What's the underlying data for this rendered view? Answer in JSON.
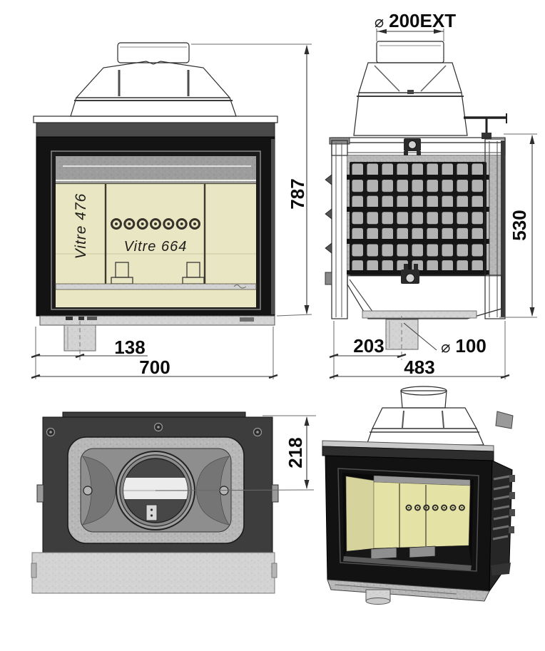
{
  "page": {
    "type": "technical-drawing",
    "subject": "fireplace insert four-view dimensional drawing",
    "background": "#ffffff"
  },
  "front_view": {
    "glass_label_vertical": "Vitre 476",
    "glass_label_horizontal": "Vitre 664",
    "dims": {
      "total_height": "787",
      "pipe_offset": "138",
      "width": "700"
    }
  },
  "side_view": {
    "dims": {
      "flue_symbol": "⌀",
      "flue_diameter": "200EXT",
      "body_height": "530",
      "pipe_offset": "203",
      "pipe_symbol": "⌀",
      "pipe_diameter": "100",
      "depth": "483"
    }
  },
  "top_view": {
    "dims": {
      "flue_axis_depth": "218"
    }
  },
  "colors": {
    "cast_iron_gray": "#b7b7b7",
    "light_gray": "#d4d4d4",
    "frame_black": "#131313",
    "glass_cream": "#e9e6c4",
    "firebox_cream": "#e5e2a6",
    "plate_dark": "#3d3d3d",
    "dim_text": "#0c0c0c"
  }
}
